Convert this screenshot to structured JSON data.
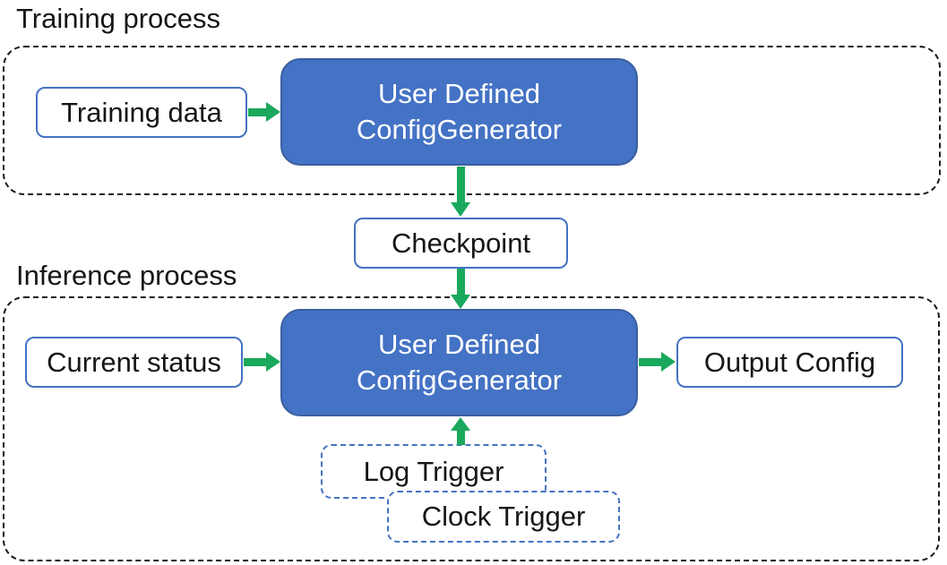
{
  "colors": {
    "accent_blue": "#4472C4",
    "accent_blue_dark": "#3A5F9F",
    "arrow_green": "#1AA85C",
    "dash_black": "#1a1a1a"
  },
  "sections": {
    "training": {
      "label": "Training process"
    },
    "inference": {
      "label": "Inference process"
    }
  },
  "nodes": {
    "training_data": {
      "label": "Training data"
    },
    "config_generator_training": {
      "line1": "User Defined",
      "line2": "ConfigGenerator"
    },
    "checkpoint": {
      "label": "Checkpoint"
    },
    "current_status": {
      "label": "Current status"
    },
    "config_generator_inference": {
      "line1": "User Defined",
      "line2": "ConfigGenerator"
    },
    "output_config": {
      "label": "Output Config"
    },
    "log_trigger": {
      "label": "Log Trigger"
    },
    "clock_trigger": {
      "label": "Clock Trigger"
    }
  },
  "edges": [
    {
      "from": "training_data",
      "to": "config_generator_training",
      "direction": "right"
    },
    {
      "from": "config_generator_training",
      "to": "checkpoint",
      "direction": "down"
    },
    {
      "from": "checkpoint",
      "to": "config_generator_inference",
      "direction": "down"
    },
    {
      "from": "current_status",
      "to": "config_generator_inference",
      "direction": "right"
    },
    {
      "from": "config_generator_inference",
      "to": "output_config",
      "direction": "right"
    },
    {
      "from": "log_trigger",
      "to": "config_generator_inference",
      "direction": "up"
    }
  ]
}
